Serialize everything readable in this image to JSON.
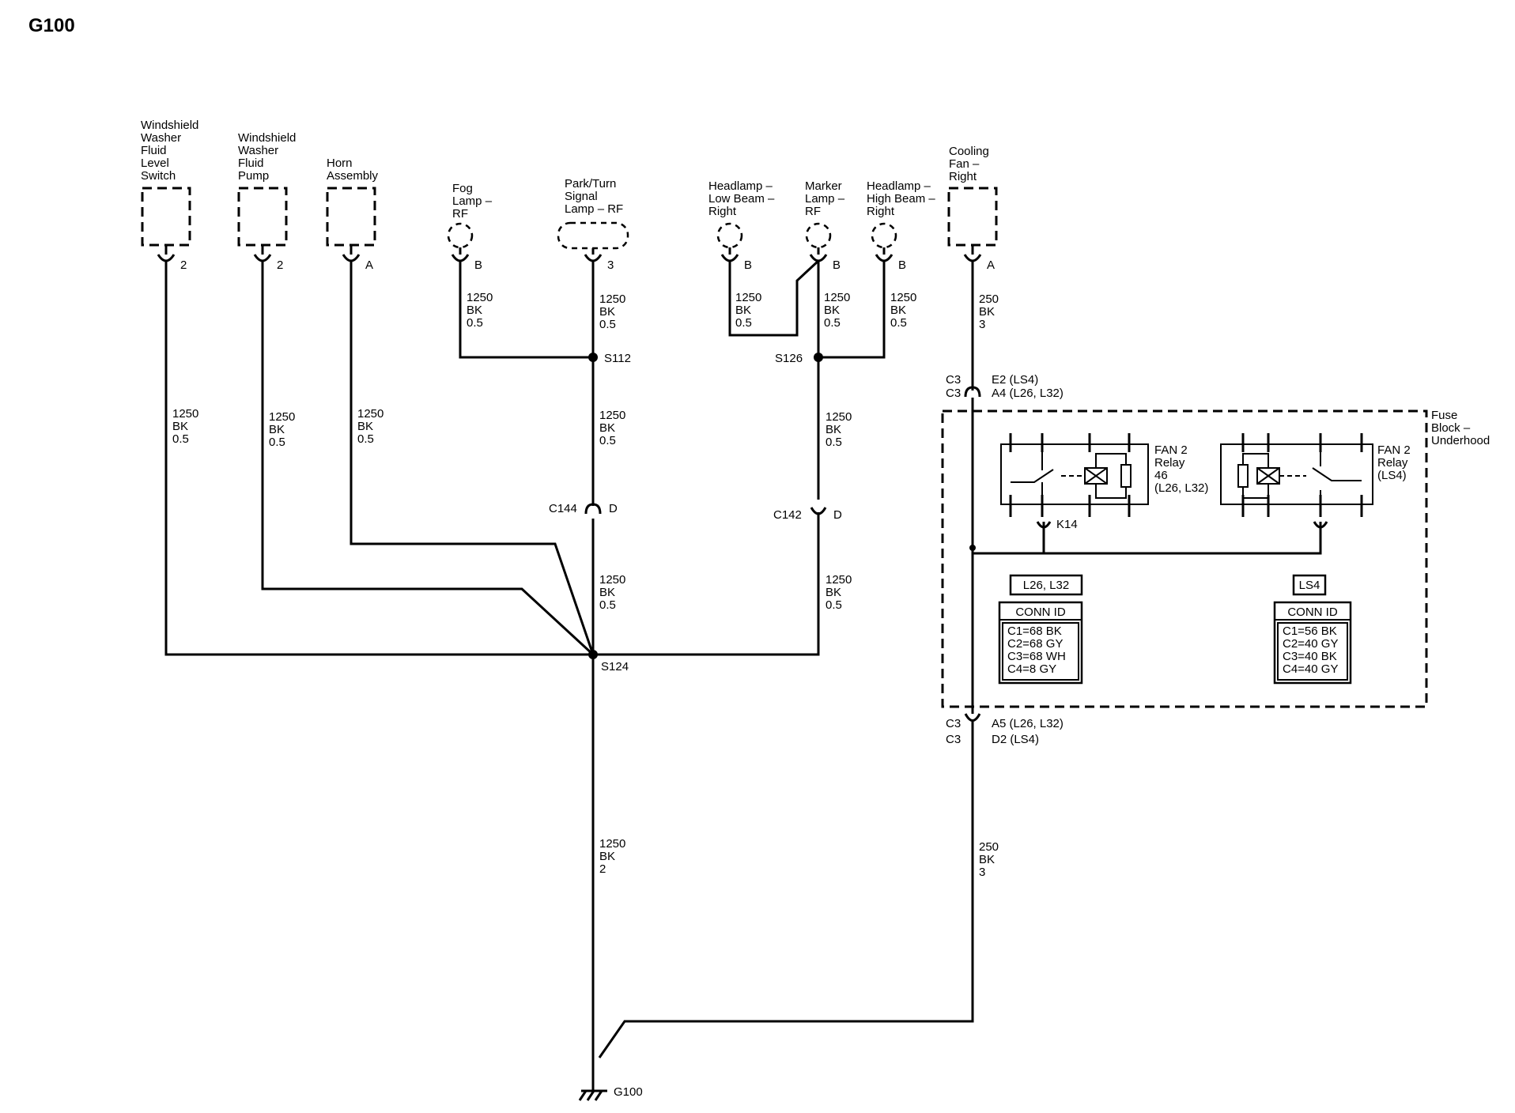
{
  "page_title": "G100",
  "components": {
    "ws_level_switch": [
      "Windshield",
      "Washer",
      "Fluid",
      "Level",
      "Switch"
    ],
    "ws_pump": [
      "Windshield",
      "Washer",
      "Fluid",
      "Pump"
    ],
    "horn": [
      "Horn",
      "Assembly"
    ],
    "fog_lamp": [
      "Fog",
      "Lamp –",
      "RF"
    ],
    "park_turn": [
      "Park/Turn",
      "Signal",
      "Lamp – RF"
    ],
    "headlamp_low": [
      "Headlamp –",
      "Low Beam –",
      "Right"
    ],
    "marker_lamp": [
      "Marker",
      "Lamp –",
      "RF"
    ],
    "headlamp_high": [
      "Headlamp –",
      "High Beam –",
      "Right"
    ],
    "cooling_fan": [
      "Cooling",
      "Fan –",
      "Right"
    ],
    "fuse_block": [
      "Fuse",
      "Block –",
      "Underhood"
    ],
    "relay_l26": [
      "FAN 2",
      "Relay",
      "46",
      "(L26, L32)"
    ],
    "relay_ls4": [
      "FAN 2",
      "Relay",
      "(LS4)"
    ]
  },
  "pins": {
    "ws_level_switch": "2",
    "ws_pump": "2",
    "horn": "A",
    "fog_lamp": "B",
    "park_turn": "3",
    "headlamp_low": "B",
    "marker_lamp": "B",
    "headlamp_high": "B",
    "cooling_fan": "A"
  },
  "wire_std": [
    "1250",
    "BK",
    "0.5"
  ],
  "wire_main": [
    "1250",
    "BK",
    "2"
  ],
  "wire_fan": [
    "250",
    "BK",
    "3"
  ],
  "splices": {
    "s112": "S112",
    "s126": "S126",
    "s124": "S124"
  },
  "connectors": {
    "c144": "C144",
    "c144_pin": "D",
    "c142": "C142",
    "c142_pin": "D",
    "c3": "C3",
    "c3_top_1": "E2 (LS4)",
    "c3_top_2": "A4 (L26, L32)",
    "c3_bot_1": "A5 (L26, L32)",
    "c3_bot_2": "D2 (LS4)",
    "k14": "K14"
  },
  "option_tags": {
    "l26": "L26, L32",
    "ls4": "LS4"
  },
  "conn_id": {
    "header": "CONN ID",
    "l26": [
      "C1=68 BK",
      "C2=68 GY",
      "C3=68 WH",
      "C4=8 GY"
    ],
    "ls4": [
      "C1=56 BK",
      "C2=40 GY",
      "C3=40 BK",
      "C4=40 GY"
    ]
  },
  "ground": "G100"
}
